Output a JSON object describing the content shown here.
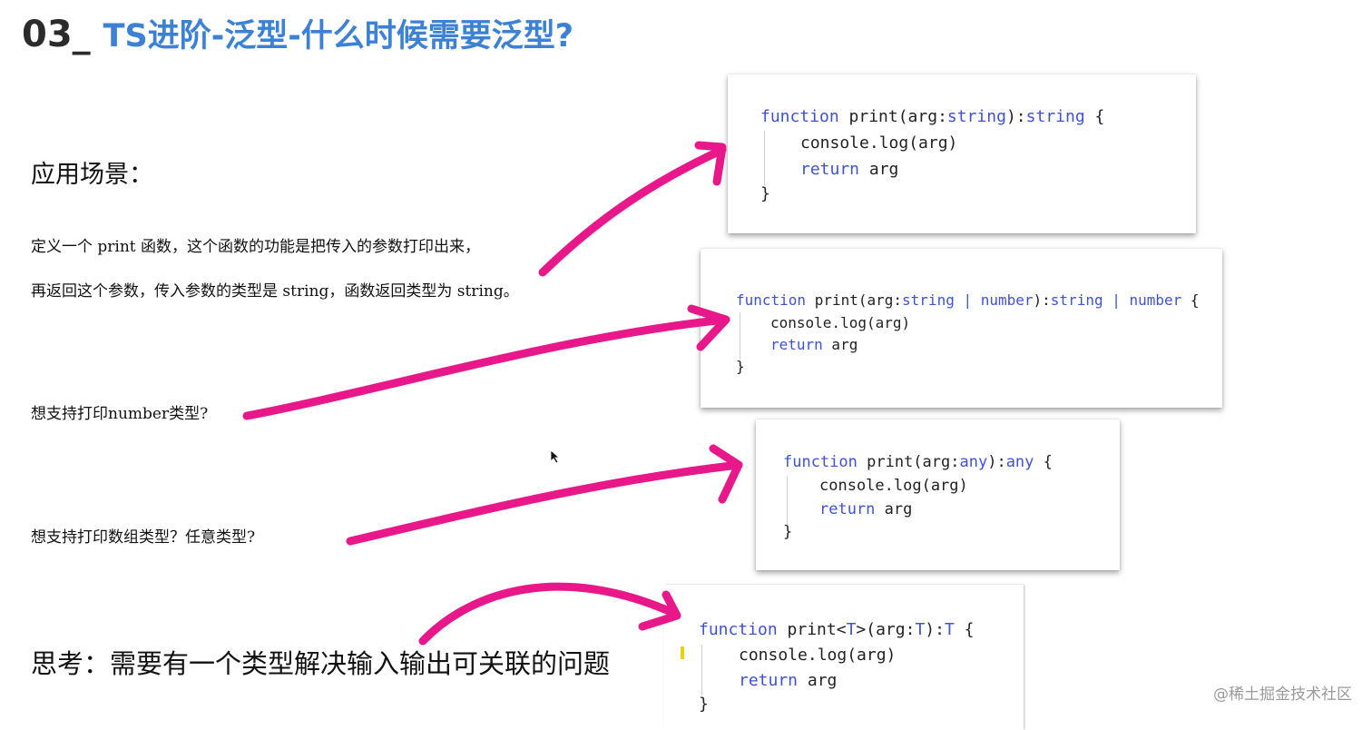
{
  "title": {
    "number": "03_",
    "text": "TS进阶-泛型-什么时候需要泛型?"
  },
  "heading": "应用场景：",
  "paragraph": {
    "line1": "定义一个 print 函数，这个函数的功能是把传入的参数打印出来，",
    "line2": "再返回这个参数，传入参数的类型是 string，函数返回类型为 string。"
  },
  "question_number": "想支持打印number类型?",
  "question_any": "想支持打印数组类型？任意类型?",
  "thinking": "思考：需要有一个类型解决输入输出可关联的问题",
  "code_blocks": [
    {
      "sig": {
        "kw": "function",
        "name": " print(arg:",
        "t1": "string",
        "mid": "):",
        "t2": "string",
        "end": " {"
      },
      "body1": "console.log(arg)",
      "ret": "return",
      "retarg": " arg",
      "close": "}"
    },
    {
      "sig": {
        "kw": "function",
        "name": " print(arg:",
        "t1": "string | number",
        "mid": "):",
        "t2": "string | number",
        "end": " {"
      },
      "body1": "console.log(arg)",
      "ret": "return",
      "retarg": " arg",
      "close": "}"
    },
    {
      "sig": {
        "kw": "function",
        "name": " print(arg:",
        "t1": "any",
        "mid": "):",
        "t2": "any",
        "end": " {"
      },
      "body1": "console.log(arg)",
      "ret": "return",
      "retarg": " arg",
      "close": "}"
    },
    {
      "sig": {
        "kw": "function",
        "name": " print<",
        "t0": "T",
        "name2": ">(arg:",
        "t1": "T",
        "mid": "):",
        "t2": "T",
        "end": " {"
      },
      "body1": "console.log(arg)",
      "ret": "return",
      "retarg": " arg",
      "close": "}"
    }
  ],
  "watermark": "@稀土掘金技术社区",
  "accent_colors": {
    "title": "#3b82d6",
    "keyword": "#3f51d8",
    "arrow": "#e8178a"
  }
}
